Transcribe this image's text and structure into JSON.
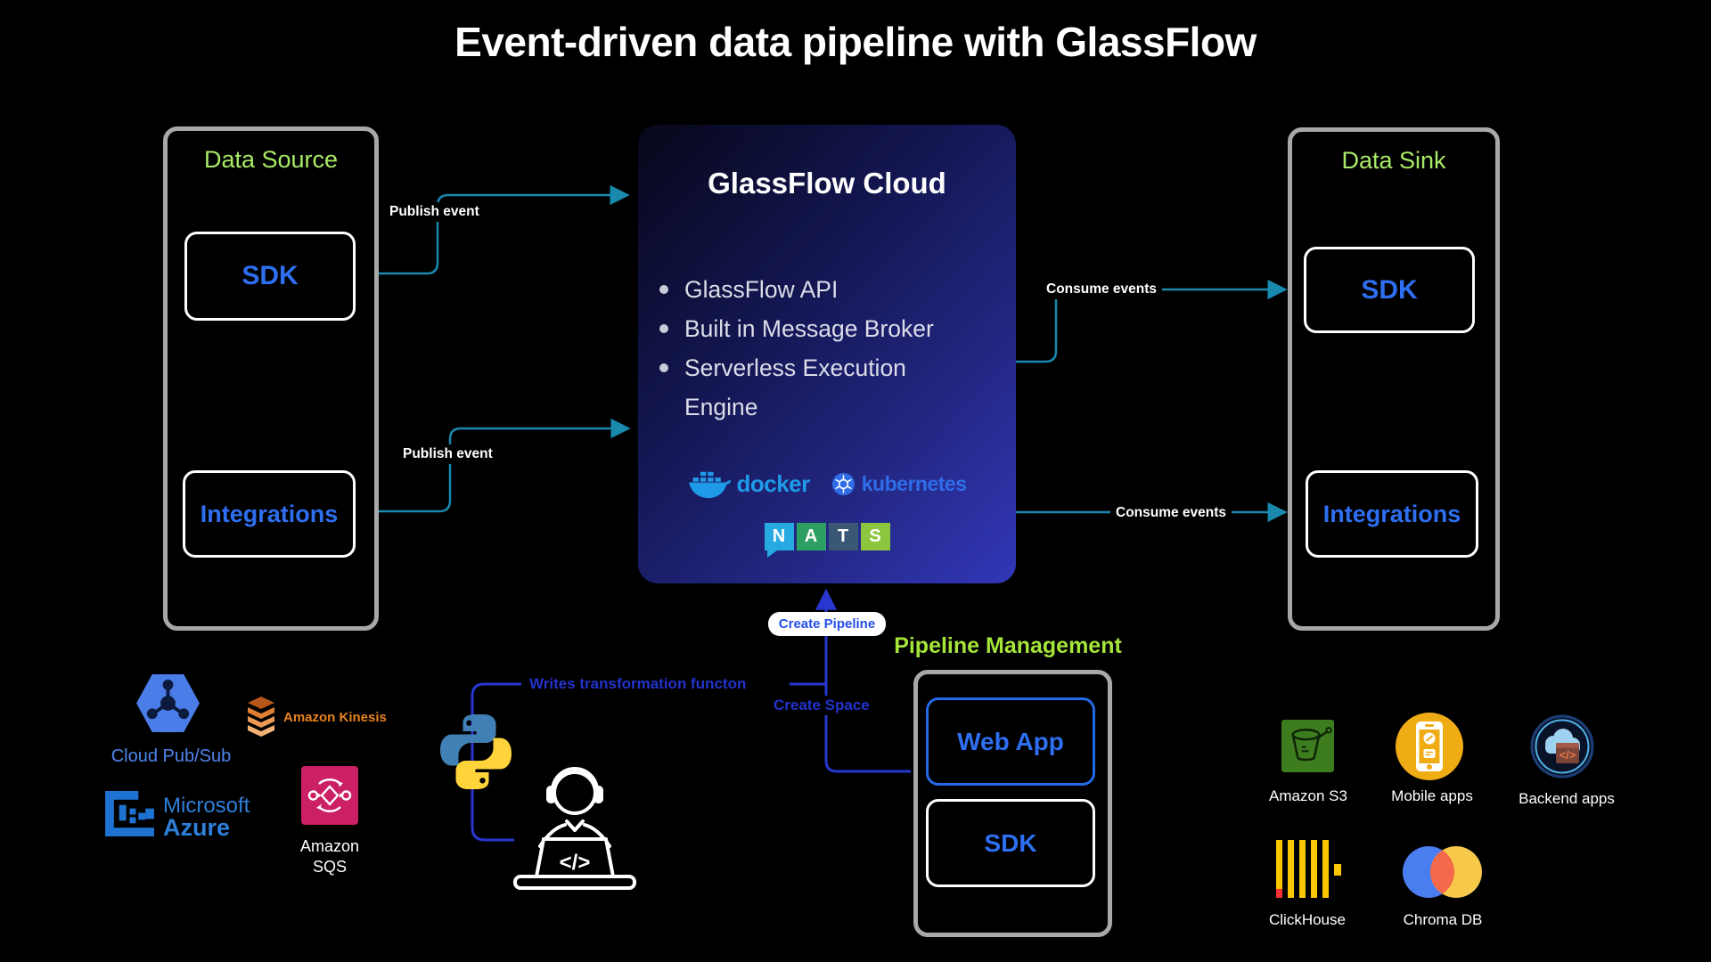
{
  "title": "Event-driven data pipeline with GlassFlow",
  "data_source": {
    "title": "Data Source",
    "sdk": "SDK",
    "integrations": "Integrations"
  },
  "data_sink": {
    "title": "Data Sink",
    "sdk": "SDK",
    "integrations": "Integrations"
  },
  "cloud": {
    "title": "GlassFlow Cloud",
    "bullets": [
      "GlassFlow API",
      "Built in Message Broker",
      "Serverless Execution Engine"
    ],
    "docker": "docker",
    "kubernetes": "kubernetes",
    "nats": [
      "N",
      "A",
      "T",
      "S"
    ]
  },
  "pipeline_management": {
    "title": "Pipeline Management",
    "web_app": "Web App",
    "sdk": "SDK"
  },
  "edges": {
    "publish_event_top": "Publish event",
    "publish_event_bottom": "Publish event",
    "consume_events_top": "Consume events",
    "consume_events_bottom": "Consume events",
    "create_pipeline": "Create Pipeline",
    "create_space": "Create Space",
    "writes_transformation": "Writes transformation functon"
  },
  "source_logos": {
    "cloud_pubsub": "Cloud Pub/Sub",
    "amazon_kinesis": "Amazon Kinesis",
    "microsoft": "Microsoft",
    "azure": "Azure",
    "amazon_sqs_line1": "Amazon",
    "amazon_sqs_line2": "SQS"
  },
  "sink_logos": {
    "amazon_s3": "Amazon S3",
    "mobile_apps": "Mobile apps",
    "backend_apps": "Backend apps",
    "clickhouse": "ClickHouse",
    "chroma_db": "Chroma DB"
  },
  "colors": {
    "accent_green": "#a9ea66",
    "accent_blue": "#2e6ff2",
    "wire_teal": "#1989ae",
    "wire_blue": "#2737cf",
    "docker_blue": "#1f9ae8",
    "kubernetes_blue": "#2f6de8"
  }
}
